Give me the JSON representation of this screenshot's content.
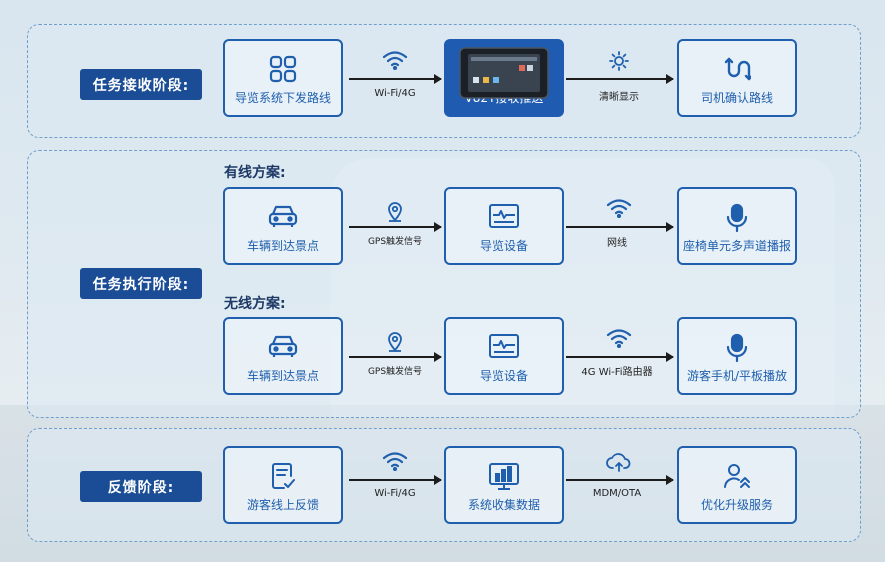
{
  "stages": {
    "receive": "任务接收阶段:",
    "execute": "任务执行阶段:",
    "feedback": "反馈阶段:"
  },
  "receive": {
    "box1": "导览系统下发路线",
    "arrow1": "Wi-Fi/4G",
    "box2": "V82T接收推送",
    "arrow2": "清晰显示",
    "box3": "司机确认路线"
  },
  "wired": {
    "title": "有线方案:",
    "box1": "车辆到达景点",
    "arrow1": "GPS触发信号",
    "box2": "导览设备",
    "arrow2": "网线",
    "box3": "座椅单元多声道播报"
  },
  "wireless": {
    "title": "无线方案:",
    "box1": "车辆到达景点",
    "arrow1": "GPS触发信号",
    "box2": "导览设备",
    "arrow2": "4G Wi-Fi路由器",
    "box3": "游客手机/平板播放"
  },
  "feedback": {
    "box1": "游客线上反馈",
    "arrow1": "Wi-Fi/4G",
    "box2": "系统收集数据",
    "arrow2": "MDM/OTA",
    "box3": "优化升级服务"
  },
  "colors": {
    "primary": "#1f5fad",
    "stage_label": "#1a4d95",
    "dashed": "#6e9fcc"
  },
  "icons": [
    "grid-icon",
    "wifi-icon",
    "tablet-device",
    "sun-icon",
    "route-icon",
    "car-icon",
    "location-pin-icon",
    "monitor-signal-icon",
    "microphone-icon",
    "feedback-form-icon",
    "bar-chart-icon",
    "cloud-sync-icon",
    "user-upgrade-icon"
  ]
}
